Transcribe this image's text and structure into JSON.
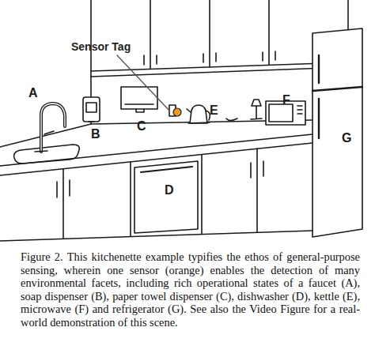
{
  "diagram": {
    "caption": "Figure 2. This kitchenette example typifies the ethos of general-purpose sensing, wherein one sensor (orange) enables the detection of many environmental facets, including rich operational states of a faucet (A), soap dispenser (B), paper towel dispenser (C), dishwasher (D), kettle (E), microwave (F) and refrigerator (G). See also the Video Figure for a real-world demonstration of this scene.",
    "labels": [
      "Sensor Tag",
      "A",
      "B",
      "C",
      "D",
      "E",
      "F",
      "G"
    ]
  }
}
